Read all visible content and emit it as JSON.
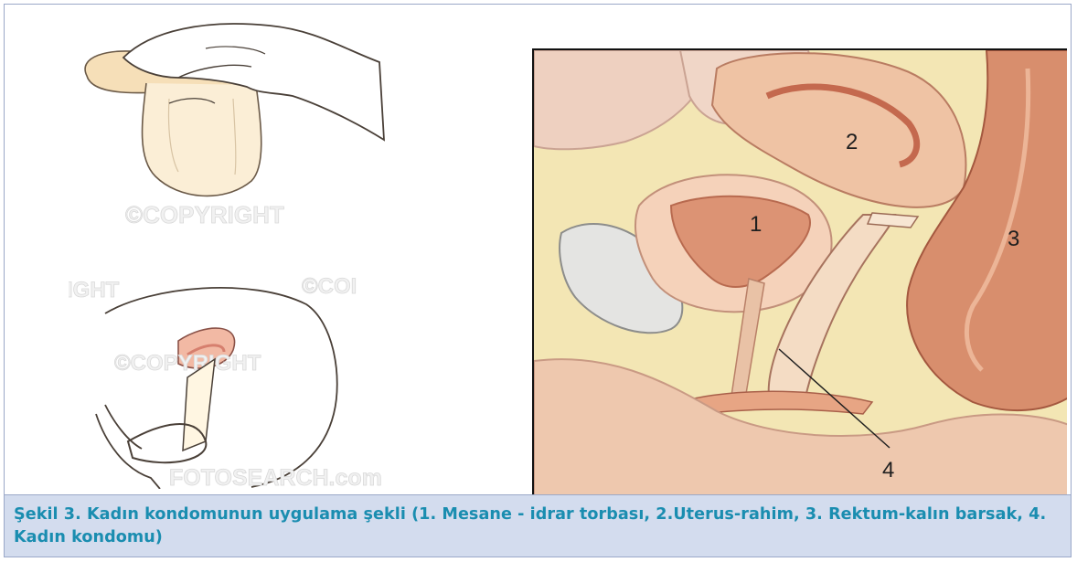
{
  "figure": {
    "caption": "Şekil 3. Kadın kondomunun uygulama şekli (1. Mesane - idrar torbası, 2.Uterus-rahim, 3. Rektum-kalın barsak, 4. Kadın kondomu)",
    "anatomy_labels": {
      "bladder": "1",
      "uterus": "2",
      "rectum": "3",
      "condom": "4"
    },
    "watermarks": {
      "copyright_top": "©COPYRIGHT",
      "copyright_mid": "©COPYRIGHT",
      "left_fragment": "IGHT",
      "right_fragment": "©COI",
      "fotosearch": "FOTOSEARCH.com"
    },
    "colors": {
      "caption_background": "#d3dcee",
      "caption_text": "#1a8db0",
      "frame_border": "#9aa8c8"
    }
  }
}
